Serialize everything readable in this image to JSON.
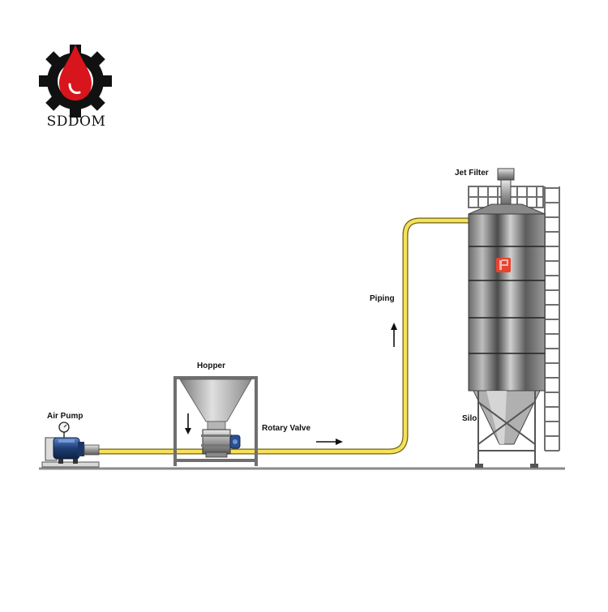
{
  "brand": {
    "name": "SDDOM"
  },
  "labels": {
    "air_pump": "Air Pump",
    "hopper": "Hopper",
    "rotary_valve": "Rotary Valve",
    "piping": "Piping",
    "jet_filter": "Jet Filter",
    "silo": "Silo"
  },
  "colors": {
    "pipe": "#f5e15a",
    "pipe_edge": "#6e6214",
    "frame": "#6f6f6f",
    "ground": "#8a8a8a",
    "logo_red": "#d8141c",
    "logo_black": "#111111",
    "silo_badge": "#e8432f",
    "pump_blue": "#2c4f8f"
  }
}
